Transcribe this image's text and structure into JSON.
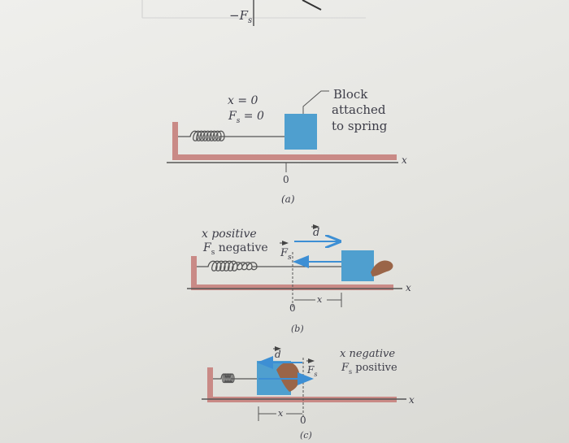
{
  "top_graph": {
    "axis_label": "−F",
    "axis_label_sub": "s"
  },
  "panel_a": {
    "eq_x": "x = 0",
    "eq_f": "F",
    "eq_f_sub": "s",
    "eq_f_tail": " = 0",
    "callout_line1": "Block",
    "callout_line2": "attached",
    "callout_line3": "to spring",
    "axis_x": "x",
    "zero": "0",
    "caption": "(a)"
  },
  "panel_b": {
    "state_line1": "x positive",
    "state_line2_f": "F",
    "state_line2_sub": "s",
    "state_line2_tail": " negative",
    "vec_d": "d",
    "vec_f": "F",
    "vec_f_sub": "s",
    "x_marker": "x",
    "axis_x": "x",
    "zero": "0",
    "caption": "(b)"
  },
  "panel_c": {
    "state_line1": "x negative",
    "state_line2_f": "F",
    "state_line2_sub": "s",
    "state_line2_tail": " positive",
    "vec_d": "d",
    "vec_f": "F",
    "vec_f_sub": "s",
    "x_marker": "x",
    "axis_x": "x",
    "zero": "0",
    "caption": "(c)"
  },
  "colors": {
    "floor": "#c98a86",
    "block": "#4f9fcf",
    "arrow": "#3d8fd4",
    "text": "#3d3d48",
    "hand": "#9a6548"
  }
}
